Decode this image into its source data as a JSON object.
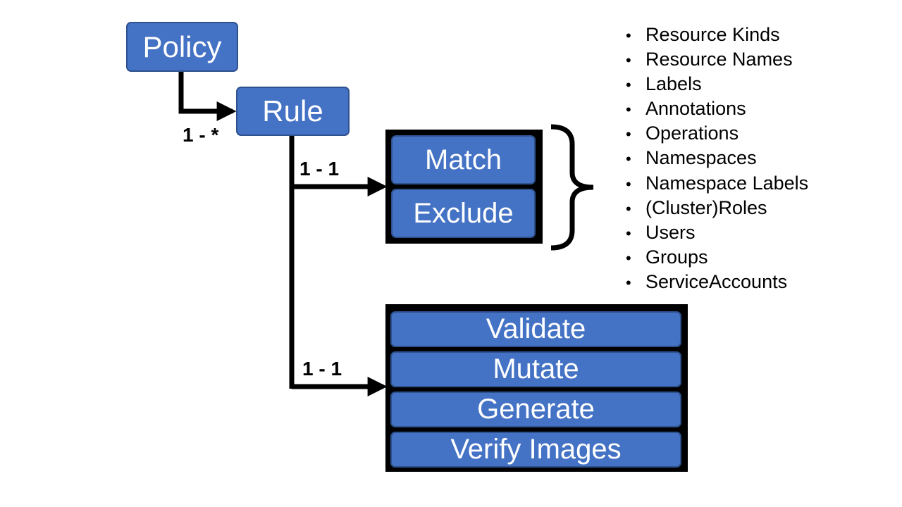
{
  "nodes": {
    "policy": "Policy",
    "rule": "Rule"
  },
  "relationships": {
    "policy_rule": "1 - *",
    "rule_filters": "1 - 1",
    "rule_actions": "1 - 1"
  },
  "filters": [
    "Match",
    "Exclude"
  ],
  "actions": [
    "Validate",
    "Mutate",
    "Generate",
    "Verify Images"
  ],
  "filter_attributes": [
    "Resource Kinds",
    "Resource Names",
    "Labels",
    "Annotations",
    "Operations",
    "Namespaces",
    "Namespace Labels",
    "(Cluster)Roles",
    "Users",
    "Groups",
    "ServiceAccounts"
  ],
  "colors": {
    "box_fill": "#4472C4",
    "box_border": "#2F528F",
    "frame": "#000000",
    "text_on_box": "#FFFFFF"
  },
  "icons": {
    "bullet": "bullet-icon"
  }
}
